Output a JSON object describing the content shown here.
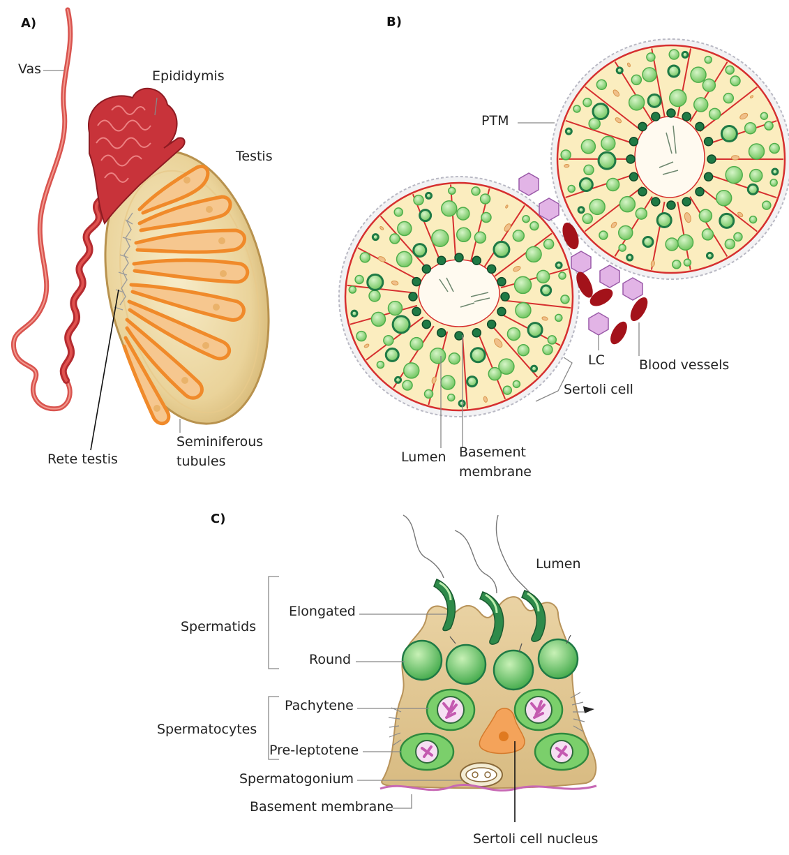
{
  "panel_a": {
    "tag": "A)",
    "labels": {
      "vas": "Vas",
      "epididymis": "Epididymis",
      "testis": "Testis",
      "rete_testis": "Rete testis",
      "seminiferous_tubules": [
        "Seminiferous",
        "tubules"
      ]
    }
  },
  "panel_b": {
    "tag": "B)",
    "labels": {
      "ptm": "PTM",
      "lc": "LC",
      "blood_vessels": "Blood vessels",
      "sertoli_cell": "Sertoli cell",
      "lumen": "Lumen",
      "basement_membrane": [
        "Basement",
        "membrane"
      ]
    }
  },
  "panel_c": {
    "tag": "C)",
    "labels": {
      "lumen": "Lumen",
      "spermatids": "Spermatids",
      "elongated": "Elongated",
      "round": "Round",
      "spermatocytes": "Spermatocytes",
      "pachytene": "Pachytene",
      "pre_leptotene": "Pre-leptotene",
      "spermatogonium": "Spermatogonium",
      "basement_membrane": "Basement membrane",
      "sertoli_cell_nucleus": "Sertoli cell nucleus"
    }
  },
  "colors": {
    "vas": "#d9544f",
    "epididymis": "#c8333a",
    "testis_fill": "#ecd6a0",
    "tubule": "#f08a2a",
    "tubule_cross_fill": "#fbedbf",
    "sertoli_border": "#d62f2f",
    "germ_light": "#9fdb8a",
    "germ_dark": "#1f7a45",
    "leydig": "#d9a6e0",
    "blood_vessel": "#a3121a",
    "basement_line": "#c768b4",
    "sertoli_nucleus": "#f4a35a"
  }
}
